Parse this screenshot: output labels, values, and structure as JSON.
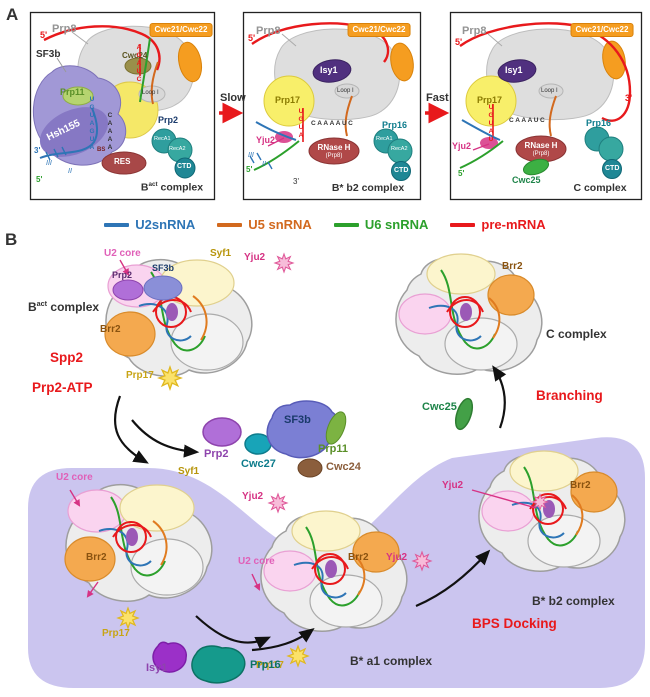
{
  "panelA": {
    "label": "A",
    "slow": "Slow",
    "fast": "Fast",
    "box1": {
      "name_prefix": "B",
      "name_sup": "act",
      "name_suffix": " complex",
      "prp8": "Prp8",
      "sf3b": "SF3b",
      "cwc21": "Cwc21/Cwc22",
      "cwc24": "Cwc24",
      "prp11": "Prp11",
      "hsh155": "Hsh155",
      "loop1": "Loop I",
      "res": "RES",
      "prp2": "Prp2",
      "reca1": "RecA1",
      "reca2": "RecA2",
      "ctd": "CTD",
      "bs": "BS",
      "seq_u2": "UGUAGUA",
      "seq_bp": "CAAAA",
      "seq_intron": "AGAUC",
      "five_top": "5'",
      "three_left": "3'",
      "five_bottom": "5'",
      "tick2": "II",
      "tick3": "III"
    },
    "box2": {
      "name": "B* b2 complex",
      "prp8": "Prp8",
      "cwc21": "Cwc21/Cwc22",
      "isy1": "Isy1",
      "prp17": "Prp17",
      "loop1": "Loop I",
      "yju2": "Yju2",
      "rnaseh": "RNase H",
      "rnaseh_sub": "(Prp8)",
      "prp16": "Prp16",
      "reca1": "RecA1",
      "reca2": "RecA2",
      "ctd": "CTD",
      "seq_bs": "UGUA",
      "seq_bp": "CAAAAUC",
      "five_top": "5'",
      "five_bottom": "5'",
      "three": "3'",
      "tick2": "II",
      "tick3": "III"
    },
    "box3": {
      "name": "C complex",
      "prp8": "Prp8",
      "cwc21": "Cwc21/Cwc22",
      "isy1": "Isy1",
      "prp17": "Prp17",
      "loop1": "Loop I",
      "yju2": "Yju2",
      "rnaseh": "RNase H",
      "rnaseh_sub": "(Prp8)",
      "prp16": "Prp16",
      "cwc25": "Cwc25",
      "ctd": "CTD",
      "seq_bs": "UGUAU",
      "seq_bp": "CAAAUC",
      "five_top": "5'",
      "three_right": "3'",
      "five_bottom": "5'"
    }
  },
  "legend": {
    "items": [
      {
        "label": "U2snRNA",
        "color": "#2e75b6"
      },
      {
        "label": "U5 snRNA",
        "color": "#d2691e"
      },
      {
        "label": "U6 snRNA",
        "color": "#2ca02c"
      },
      {
        "label": "pre-mRNA",
        "color": "#e8191c"
      }
    ]
  },
  "panelB": {
    "label": "B",
    "bact": {
      "prefix": "B",
      "sup": "act",
      "suffix": " complex"
    },
    "top_left": {
      "u2core": "U2 core",
      "prp2": "Prp2",
      "sf3b": "SF3b",
      "syf1": "Syf1",
      "yju2": "Yju2",
      "brr2": "Brr2",
      "prp17": "Prp17"
    },
    "spp2": "Spp2",
    "prp2atp": "Prp2-ATP",
    "released": {
      "prp2": "Prp2",
      "cwc27": "Cwc27",
      "sf3b": "SF3b",
      "prp11": "Prp11",
      "cwc24": "Cwc24"
    },
    "c_complex": {
      "name": "C complex",
      "brr2": "Brr2"
    },
    "cwc25": "Cwc25",
    "branching": "Branching",
    "left_complex": {
      "u2core": "U2 core",
      "syf1": "Syf1",
      "yju2": "Yju2",
      "brr2": "Brr2",
      "prp17": "Prp17"
    },
    "mid_complex": {
      "u2core": "U2 core",
      "brr2": "Brr2",
      "yju2": "Yju2",
      "prp17": "Prp17",
      "name": "B* a1 complex"
    },
    "right_complex": {
      "yju2": "Yju2",
      "brr2": "Brr2",
      "name": "B* b2 complex"
    },
    "bps": "BPS Docking",
    "isy1": "Isy1",
    "prp16": "Prp16"
  }
}
